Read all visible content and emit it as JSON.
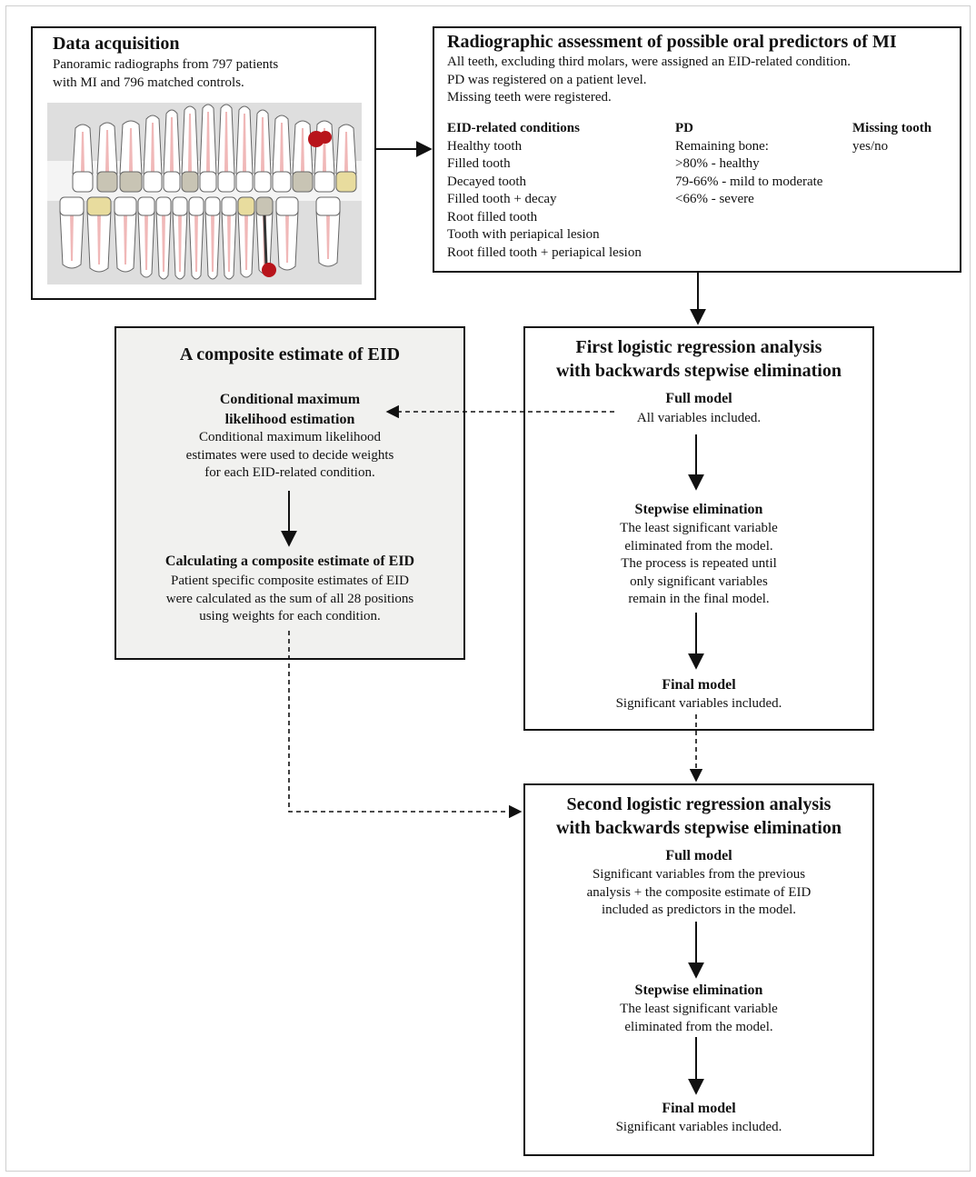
{
  "data_acquisition": {
    "title": "Data acquisition",
    "text": [
      "Panoramic radiographs from 797 patients",
      "with MI and 796 matched controls."
    ]
  },
  "radiographic": {
    "title": "Radiographic assessment of possible oral predictors of MI",
    "intro": [
      "All teeth, excluding third molars, were assigned an EID-related condition.",
      "PD was registered on a patient level.",
      "Missing teeth were registered."
    ],
    "eid_heading": "EID-related conditions",
    "eid_items": [
      "Healthy tooth",
      "Filled tooth",
      "Decayed tooth",
      "Filled tooth + decay",
      "Root filled tooth",
      "Tooth with periapical lesion",
      "Root filled tooth + periapical lesion"
    ],
    "pd_heading": "PD",
    "pd_items": [
      "Remaining bone:",
      ">80% - healthy",
      "79-66% - mild to moderate",
      "<66% - severe"
    ],
    "missing_heading": "Missing tooth",
    "missing_items": [
      "yes/no"
    ]
  },
  "composite": {
    "title": "A composite estimate of EID",
    "cmle_heading": [
      "Conditional maximum",
      "likelihood estimation"
    ],
    "cmle_text": [
      "Conditional maximum likelihood",
      "estimates were used to decide weights",
      "for each EID-related condition."
    ],
    "calc_heading": "Calculating a composite estimate of EID",
    "calc_text": [
      "Patient specific composite estimates of EID",
      "were calculated as the sum of all 28 positions",
      "using weights for each condition."
    ]
  },
  "first_regression": {
    "title": [
      "First logistic regression analysis",
      "with backwards stepwise elimination"
    ],
    "full_heading": "Full model",
    "full_text": [
      "All variables included."
    ],
    "step_heading": "Stepwise elimination",
    "step_text": [
      "The least significant variable",
      "eliminated from the model.",
      "The process is repeated until",
      "only significant variables",
      "remain in the final model."
    ],
    "final_heading": "Final model",
    "final_text": [
      "Significant variables included."
    ]
  },
  "second_regression": {
    "title": [
      "Second logistic regression analysis",
      "with backwards stepwise elimination"
    ],
    "full_heading": "Full model",
    "full_text": [
      "Significant variables from the previous",
      "analysis + the composite estimate of EID",
      "included as predictors in the model."
    ],
    "step_heading": "Stepwise elimination",
    "step_text": [
      "The least significant variable",
      "eliminated from the model."
    ],
    "final_heading": "Final model",
    "final_text": [
      "Significant variables included."
    ]
  },
  "colors": {
    "tooth_pink": "#f0b8b8",
    "filling": "#c8c4b4",
    "crown": "#e8dc9e",
    "lesion": "#b8141b",
    "gum": "#dcdcdc"
  }
}
